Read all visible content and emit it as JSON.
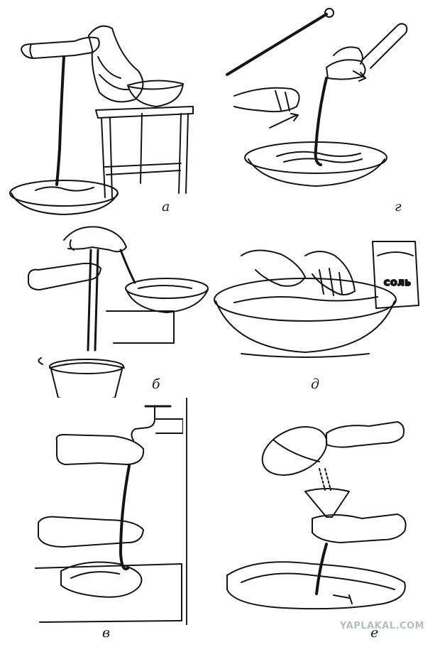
{
  "panels": [
    {
      "id": "a",
      "letter": "а"
    },
    {
      "id": "g",
      "letter": "г"
    },
    {
      "id": "b",
      "letter": "б"
    },
    {
      "id": "d",
      "letter": "д"
    },
    {
      "id": "v",
      "letter": "в"
    },
    {
      "id": "e",
      "letter": "е"
    }
  ],
  "salt_label": "СОЛЬ",
  "watermark": "YAPLAKAL.COM",
  "colors": {
    "ink": "#141414",
    "paper": "#ffffff",
    "watermark": "#b7bcc2"
  }
}
